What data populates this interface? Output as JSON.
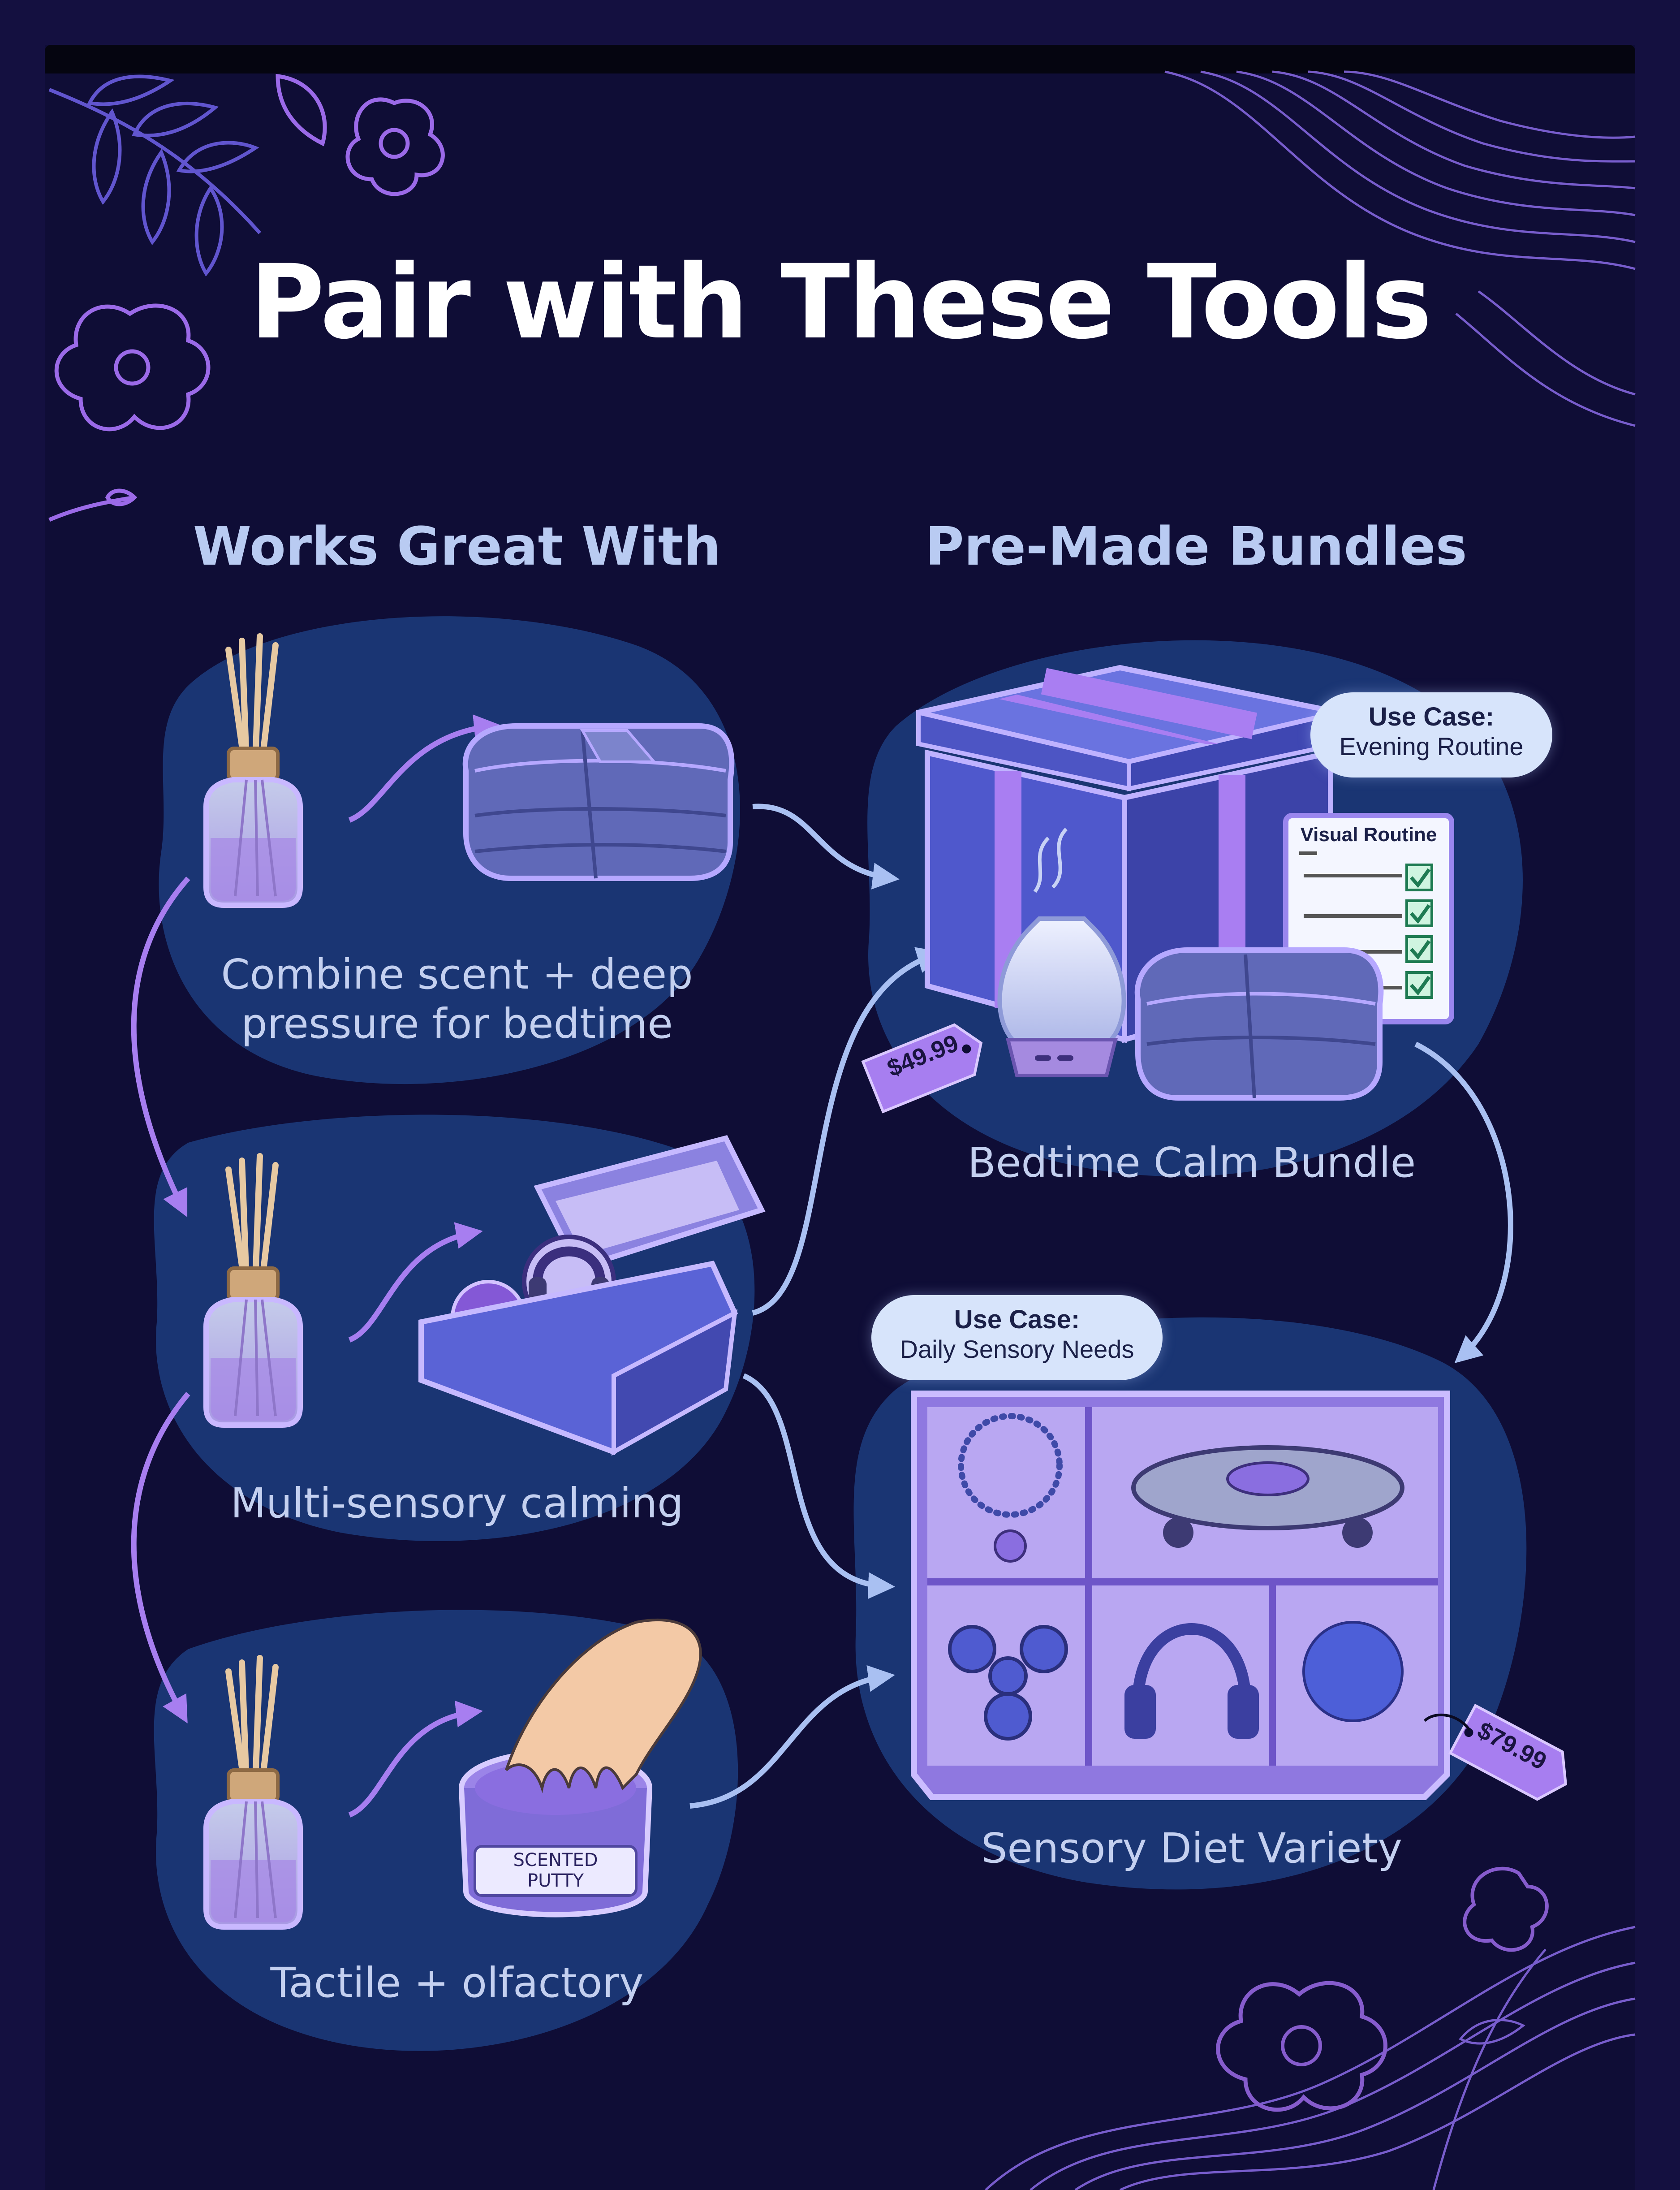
{
  "header": {
    "title": "Pair with These Tools"
  },
  "works_great_with": {
    "heading": "Works Great With",
    "items": [
      {
        "caption_line1": "Combine scent + deep",
        "caption_line2": "pressure for bedtime",
        "icon": "weighted-blanket-icon"
      },
      {
        "caption_line1": "Multi-sensory calming",
        "icon": "sensory-kit-box-icon"
      },
      {
        "caption_line1": "Tactile + olfactory",
        "icon": "scented-putty-icon"
      }
    ],
    "diffuser_icon": "reed-diffuser-icon"
  },
  "pre_made_bundles": {
    "heading": "Pre-Made Bundles",
    "bundles": [
      {
        "name": "Bedtime Calm Bundle",
        "price": "$49.99",
        "use_case_label": "Use Case:",
        "use_case_value": "Evening Routine",
        "card_title": "Visual Routine",
        "icon": "gift-box-icon"
      },
      {
        "name": "Sensory Diet Variety",
        "price": "$79.99",
        "use_case_label": "Use Case:",
        "use_case_value": "Daily Sensory Needs",
        "icon": "sensory-tray-icon"
      }
    ]
  },
  "putty_label": {
    "line1": "SCENTED",
    "line2": "PUTTY"
  },
  "colors": {
    "background": "#0f0d36",
    "blob": "#1c3a7a",
    "accent_purple": "#a77ef0",
    "accent_blue": "#5a63d6",
    "text_light": "#c4d0f0"
  }
}
